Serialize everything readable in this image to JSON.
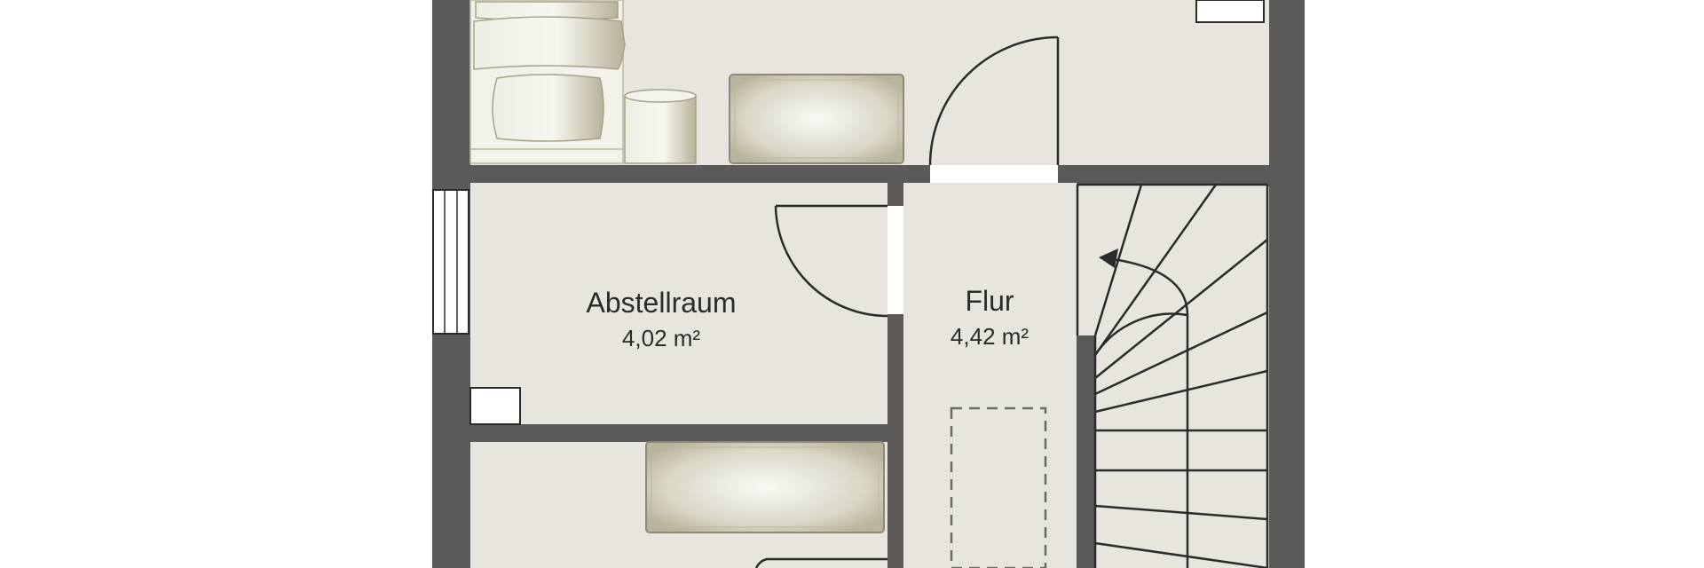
{
  "rooms": {
    "abstellraum": {
      "name": "Abstellraum",
      "area": "4,02 m²"
    },
    "flur": {
      "name": "Flur",
      "area": "4,42 m²"
    }
  },
  "colors": {
    "wall": "#5a5a5a",
    "floor": "#e7e5de",
    "outside": "#ffffff",
    "furniture": "#c9c6b4",
    "line": "#2b2b2b"
  },
  "icons": [
    "bed-icon",
    "pouf-icon",
    "dresser-icon",
    "radiator-icon",
    "window-icon",
    "door-swing-icon",
    "staircase-icon",
    "stair-direction-arrow-icon",
    "attic-hatch-icon"
  ]
}
